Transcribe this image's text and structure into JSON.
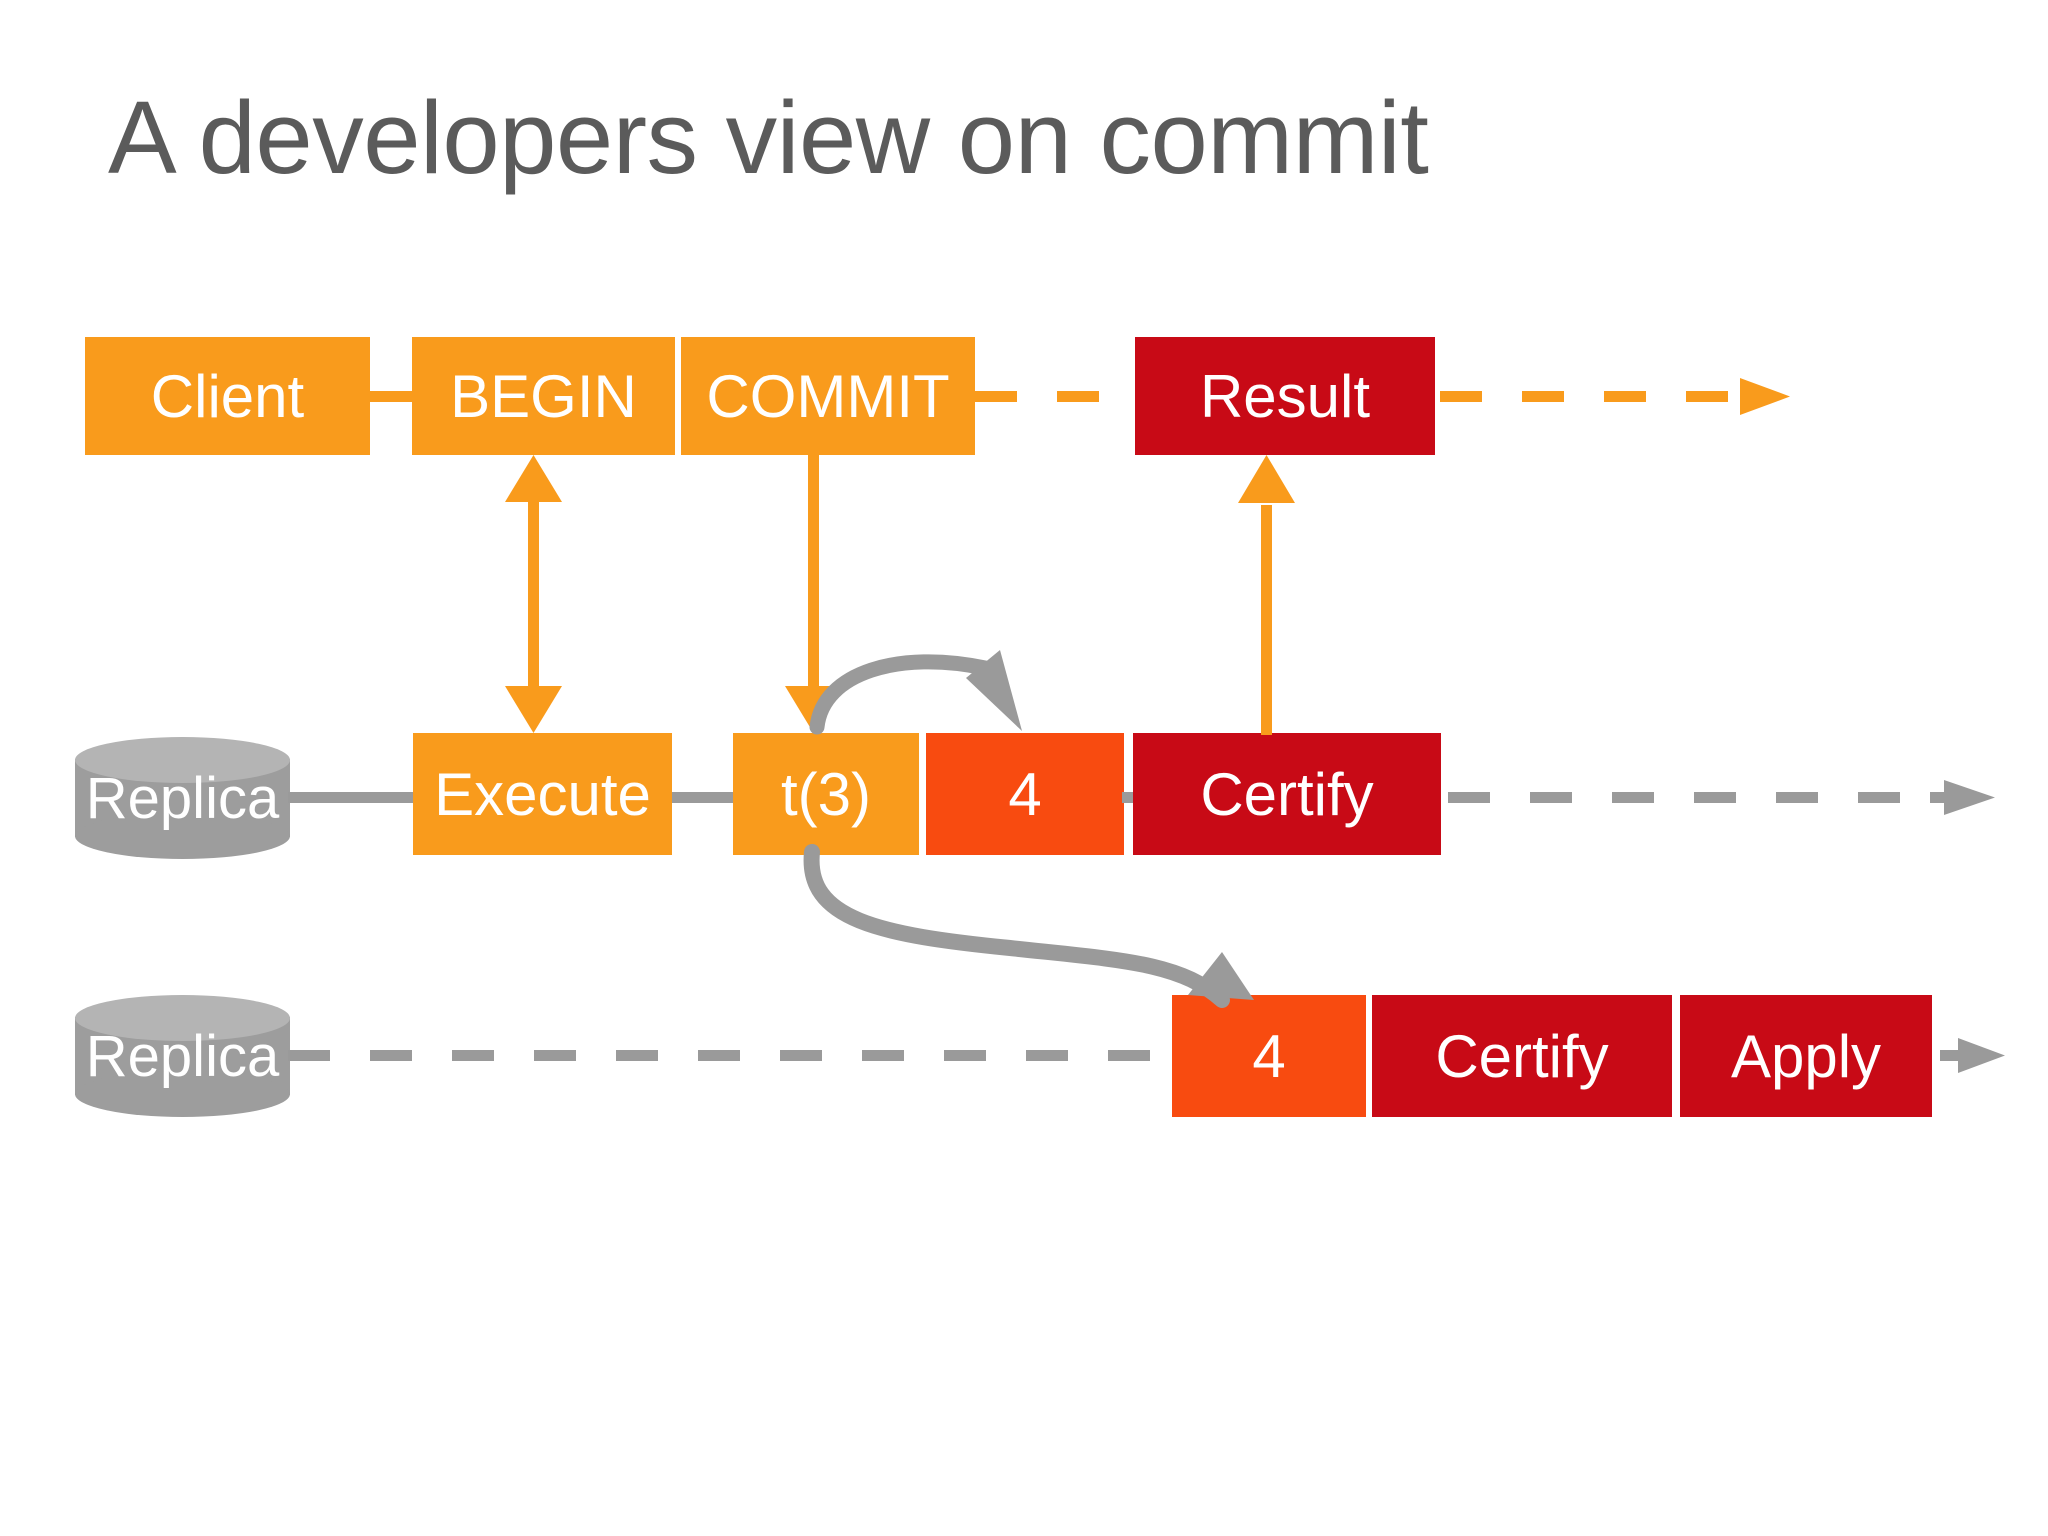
{
  "slide": {
    "title": "A developers view on commit",
    "background": "#FFFFFF",
    "title_color": "#5B5B5B"
  },
  "palette": {
    "orange": "#F99B1C",
    "deep_red": "#C80A16",
    "red_orange": "#F84B10",
    "gray": "#9A9A9A",
    "cylinder_gray": "#9D9D9D",
    "cylinder_top_gray": "#B4B4B4",
    "text_on_fill": "#FFFFFF"
  },
  "rows": {
    "client": {
      "lane_label": "Client",
      "boxes": [
        {
          "label": "Client",
          "color": "#F99B1C"
        },
        {
          "label": "BEGIN",
          "color": "#F99B1C"
        },
        {
          "label": "COMMIT",
          "color": "#F99B1C"
        },
        {
          "label": "Result",
          "color": "#C80A16"
        }
      ],
      "timeline_style": "dashed-orange-arrow"
    },
    "replica_1": {
      "lane_label": "Replica",
      "boxes": [
        {
          "label": "Execute",
          "color": "#F99B1C"
        },
        {
          "label": "t(3)",
          "color": "#F99B1C"
        },
        {
          "label": "4",
          "color": "#F84B10"
        },
        {
          "label": "Certify",
          "color": "#C80A16"
        }
      ],
      "timeline_style": "dashed-gray-arrow"
    },
    "replica_2": {
      "lane_label": "Replica",
      "boxes": [
        {
          "label": "4",
          "color": "#F84B10"
        },
        {
          "label": "Certify",
          "color": "#C80A16"
        },
        {
          "label": "Apply",
          "color": "#C80A16"
        }
      ],
      "timeline_style": "dashed-gray-arrow"
    }
  },
  "connectors": [
    {
      "name": "begin-execute-double-arrow",
      "color": "#F99B1C",
      "kind": "vertical-double-arrow"
    },
    {
      "name": "commit-to-t3-arrow",
      "color": "#F99B1C",
      "kind": "vertical-down-arrow"
    },
    {
      "name": "certify-to-result-arrow",
      "color": "#F99B1C",
      "kind": "vertical-up-arrow"
    },
    {
      "name": "t3-to-writeset-curve",
      "color": "#9A9A9A",
      "kind": "curved-arrow"
    },
    {
      "name": "t3-to-replica2-curve",
      "color": "#9A9A9A",
      "kind": "curved-arrow"
    }
  ]
}
